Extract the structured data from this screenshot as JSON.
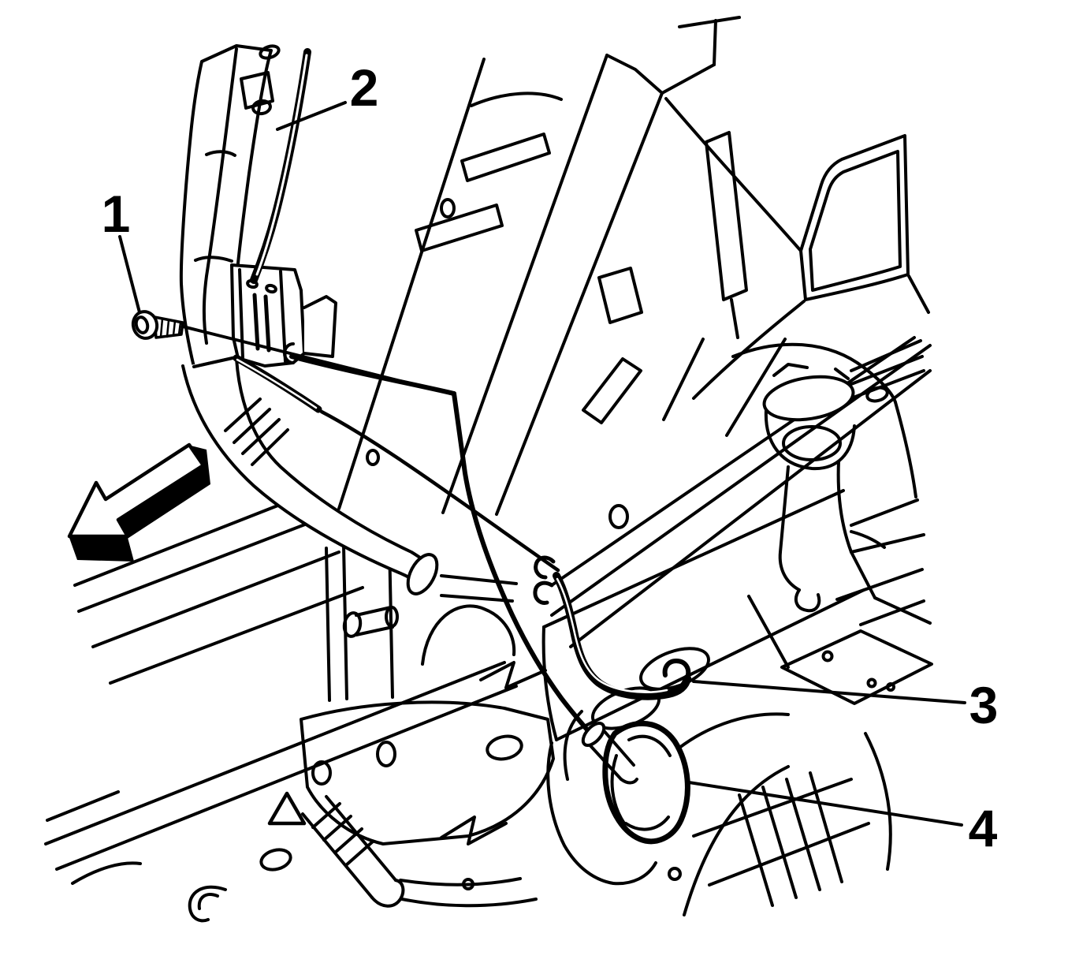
{
  "figure": {
    "description": "Vehicle underbody service illustration, black line art on white, showing pipe and hose routing with numbered part callouts",
    "background_color": "#ffffff",
    "line_color": "#000000",
    "callouts": [
      {
        "label": "1",
        "part": "bolt"
      },
      {
        "label": "2",
        "part": "pipe-upper-run"
      },
      {
        "label": "3",
        "part": "hose-lower-bend"
      },
      {
        "label": "4",
        "part": "floor-grommet"
      }
    ],
    "direction_arrow": {
      "icon": "block-arrow-icon",
      "points": "lower-left"
    }
  }
}
